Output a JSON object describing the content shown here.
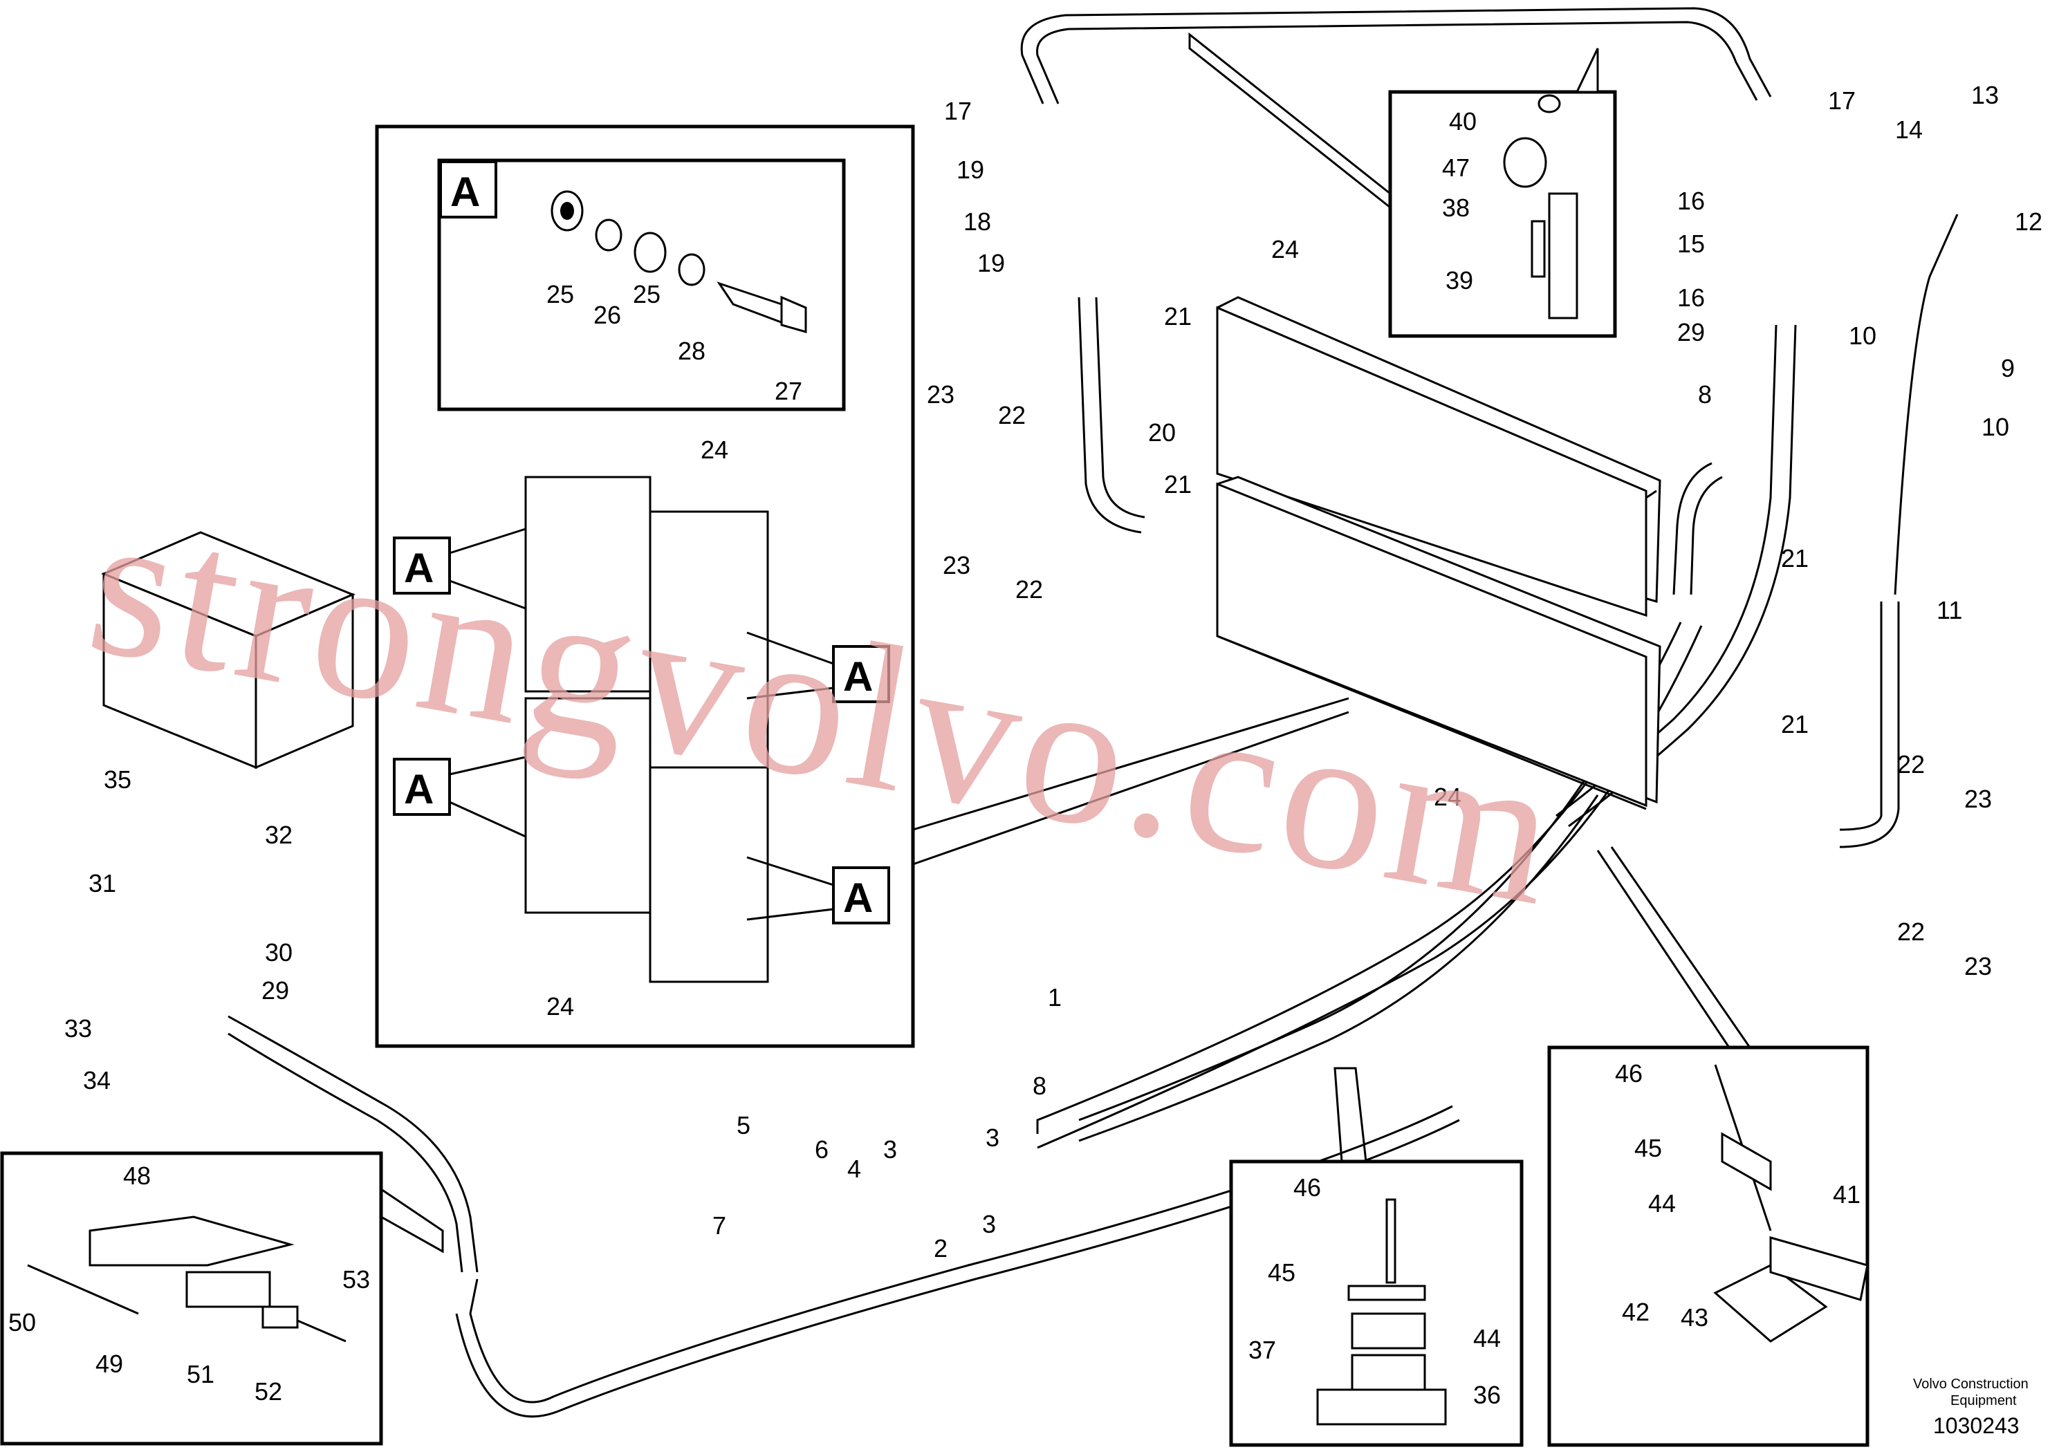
{
  "footer": {
    "company_line1": "Volvo Construction",
    "company_line2": "Equipment",
    "drawing_number": "1030243"
  },
  "watermark": "strongvolvo.com",
  "detail_letter": "A",
  "labels": {
    "c1": "1",
    "c2": "2",
    "c3a": "3",
    "c3b": "3",
    "c3c": "3",
    "c4": "4",
    "c5": "5",
    "c6": "6",
    "c7": "7",
    "c8a": "8",
    "c8b": "8",
    "c9": "9",
    "c10a": "10",
    "c10b": "10",
    "c11": "11",
    "c12": "12",
    "c13": "13",
    "c14": "14",
    "c15": "15",
    "c16a": "16",
    "c16b": "16",
    "c17a": "17",
    "c17b": "17",
    "c18": "18",
    "c19a": "19",
    "c19b": "19",
    "c20": "20",
    "c21a": "21",
    "c21b": "21",
    "c21c": "21",
    "c21d": "21",
    "c22a": "22",
    "c22b": "22",
    "c22c": "22",
    "c22d": "22",
    "c23a": "23",
    "c23b": "23",
    "c23c": "23",
    "c23d": "23",
    "c24a": "24",
    "c24b": "24",
    "c24c": "24",
    "c24d": "24",
    "c25a": "25",
    "c25b": "25",
    "c26": "26",
    "c27": "27",
    "c28": "28",
    "c29a": "29",
    "c29b": "29",
    "c30": "30",
    "c31": "31",
    "c32": "32",
    "c33": "33",
    "c34": "34",
    "c35": "35",
    "c36": "36",
    "c37": "37",
    "c38": "38",
    "c39": "39",
    "c40": "40",
    "c41": "41",
    "c42": "42",
    "c43": "43",
    "c44a": "44",
    "c44b": "44",
    "c45a": "45",
    "c45b": "45",
    "c46a": "46",
    "c46b": "46",
    "c47": "47",
    "c48": "48",
    "c49": "49",
    "c50": "50",
    "c51": "51",
    "c52": "52",
    "c53": "53"
  }
}
